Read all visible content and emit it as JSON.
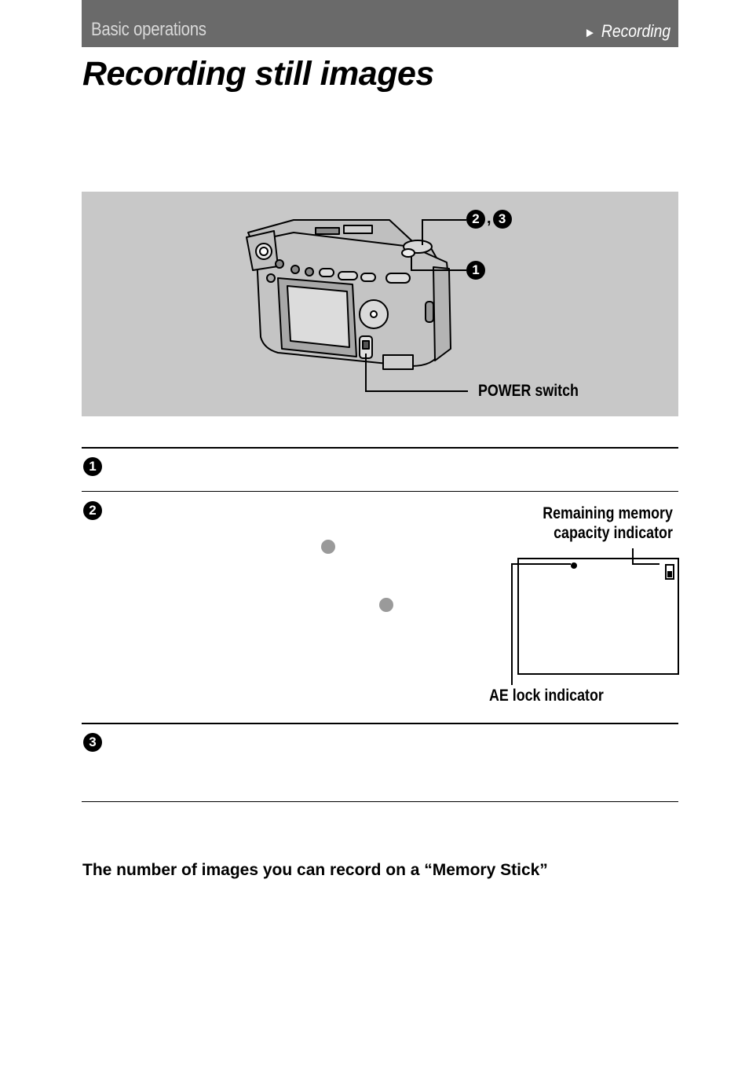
{
  "header": {
    "section": "Basic operations",
    "arrow": "►",
    "subsection": "Recording"
  },
  "title": "Recording still images",
  "figure": {
    "callouts": {
      "steps_23_a": "2",
      "steps_23_sep": ",",
      "steps_23_b": "3",
      "step_1": "1",
      "power_switch": "POWER switch"
    }
  },
  "steps": [
    {
      "number": "1"
    },
    {
      "number": "2"
    },
    {
      "number": "3"
    }
  ],
  "lcd_figure": {
    "remaining_memory_line1": "Remaining memory",
    "remaining_memory_line2": "capacity indicator",
    "ae_lock": "AE lock indicator"
  },
  "section_heading": "The number of images you can record on a “Memory Stick”"
}
